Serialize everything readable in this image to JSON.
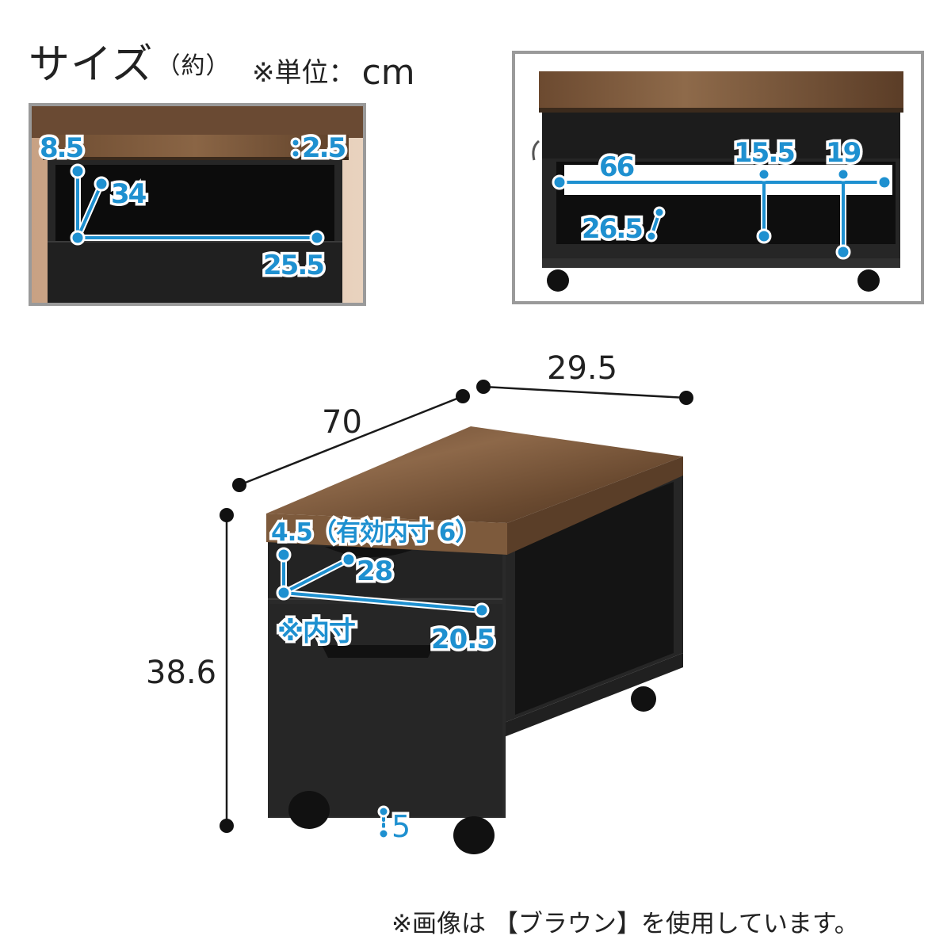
{
  "header": {
    "title": "サイズ",
    "title_sub": "（約）",
    "unit_note": "※単位：",
    "unit": "cm"
  },
  "left_panel": {
    "labels": {
      "a": "8.5",
      "b": "2.5",
      "c": "34",
      "d": "25.5"
    }
  },
  "right_panel": {
    "labels": {
      "a": "66",
      "b": "15.5",
      "c": "19",
      "d": "26.5"
    }
  },
  "main": {
    "labels": {
      "depth": "29.5",
      "width": "70",
      "height": "38.6",
      "drawer_height": "4.5（有効内寸 6）",
      "drawer_depth": "28",
      "inner_note": "※内寸",
      "drawer_width": "20.5",
      "clearance": "5"
    }
  },
  "footer": {
    "note": "※画像は 【ブラウン】を使用しています。"
  },
  "colors": {
    "accent": "#1e90d0",
    "wood": "#7a5638",
    "wood_dark": "#4a3322",
    "body": "#2b2b2b",
    "frame": "#9a9a9a"
  }
}
